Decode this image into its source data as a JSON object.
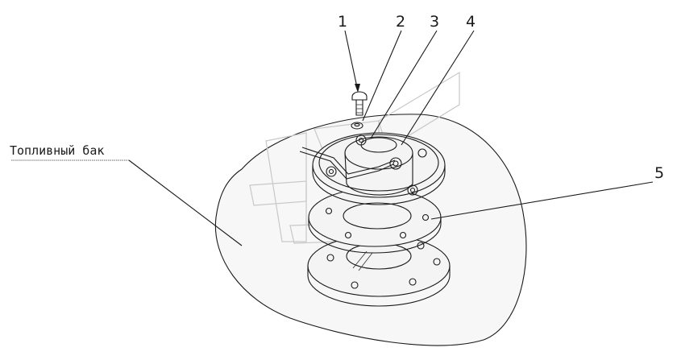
{
  "diagram": {
    "tank_label": "Топливный бак",
    "callouts": [
      {
        "id": "1",
        "text": "1"
      },
      {
        "id": "2",
        "text": "2"
      },
      {
        "id": "3",
        "text": "3"
      },
      {
        "id": "4",
        "text": "4"
      },
      {
        "id": "5",
        "text": "5"
      }
    ]
  }
}
